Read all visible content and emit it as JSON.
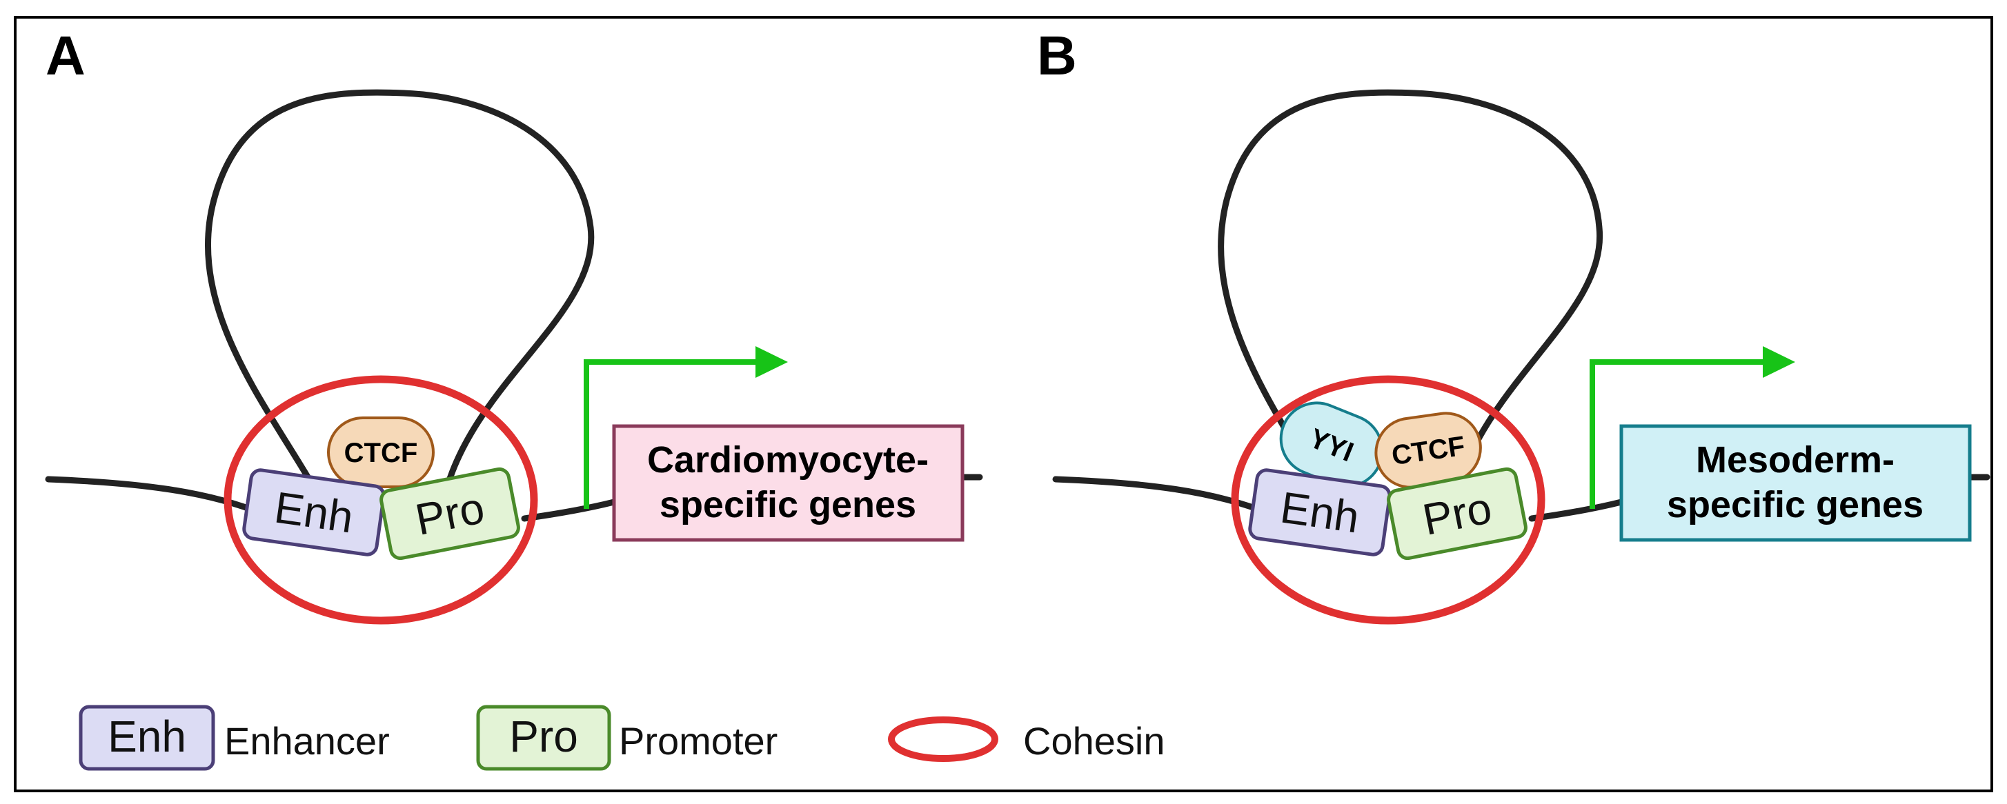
{
  "panels": {
    "a": {
      "letter": "A",
      "gene_box": {
        "line1": "Cardiomyocyte-",
        "line2": "specific genes"
      },
      "enhancer": "Enh",
      "promoter": "Pro",
      "protein_ctcf": "CTCF"
    },
    "b": {
      "letter": "B",
      "gene_box": {
        "line1": "Mesoderm-",
        "line2": "specific genes"
      },
      "enhancer": "Enh",
      "promoter": "Pro",
      "protein_ctcf": "CTCF",
      "protein_yy1": "YYI"
    }
  },
  "legend": {
    "enhancer_box": "Enh",
    "enhancer_label": "Enhancer",
    "promoter_box": "Pro",
    "promoter_label": "Promoter",
    "cohesin_label": "Cohesin"
  },
  "colors": {
    "dna": "#222222",
    "cohesin": "#e03030",
    "arrow": "#17c317",
    "enhancer_fill": "#dcdcf4",
    "enhancer_stroke": "#4b3f77",
    "promoter_fill": "#e3f3d6",
    "promoter_stroke": "#4a8a2a",
    "ctcf_fill": "#f6d9b8",
    "ctcf_stroke": "#a0591a",
    "yy1_fill": "#cdeef3",
    "yy1_stroke": "#157d8c",
    "cardio_fill": "#fcdde8",
    "cardio_stroke": "#8a3a5a",
    "meso_fill": "#d0f0f6",
    "meso_stroke": "#157d8c"
  }
}
